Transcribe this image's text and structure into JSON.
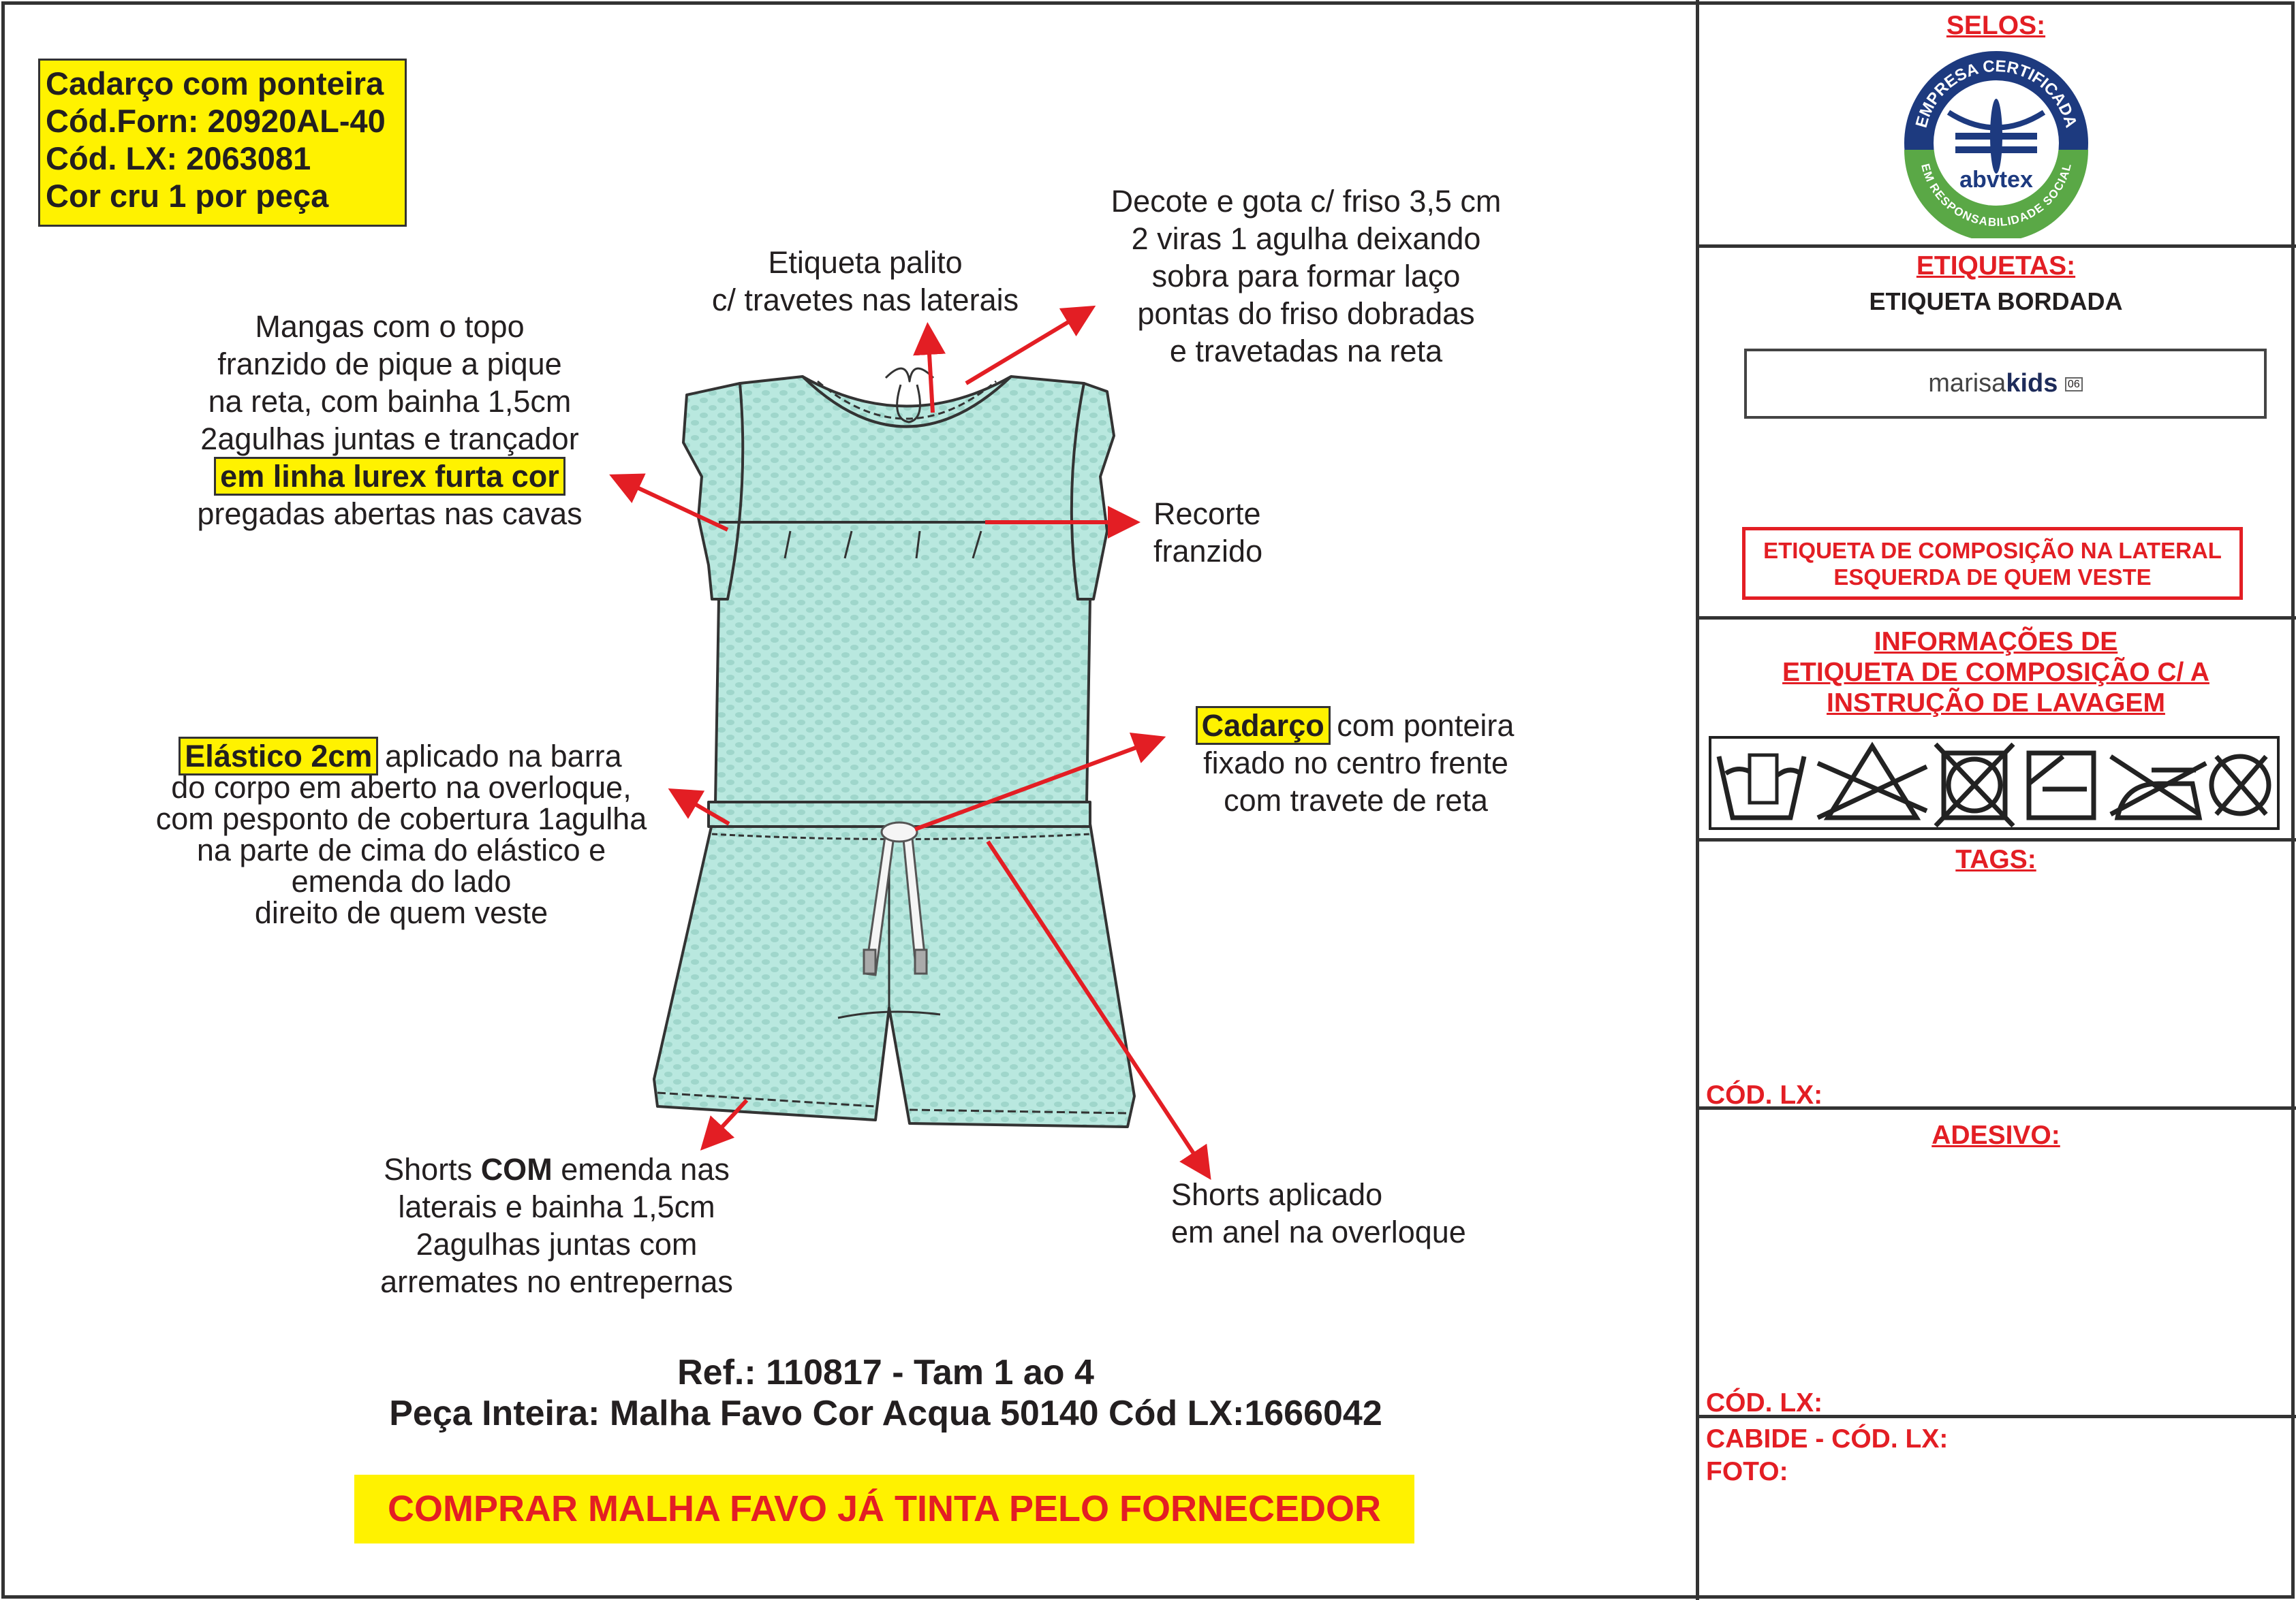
{
  "top_box": {
    "lines": [
      "Cadarço com ponteira",
      "Cód.Forn: 20920AL-40",
      "Cód. LX: 2063081",
      "Cor cru 1 por peça"
    ]
  },
  "notes": {
    "etiqueta_palito": [
      "Etiqueta palito",
      "c/ travetes nas laterais"
    ],
    "decote": [
      "Decote e gota c/ friso 3,5 cm",
      "2 viras 1 agulha deixando",
      "sobra para formar laço",
      "pontas do friso dobradas",
      "e travetadas na reta"
    ],
    "mangas": [
      "Mangas com o topo",
      "franzido de pique a pique",
      "na reta, com bainha 1,5cm",
      "2agulhas juntas e trançador",
      "em linha lurex furta cor",
      "pregadas abertas nas cavas"
    ],
    "recorte": [
      "Recorte",
      "franzido"
    ],
    "elastico": {
      "highlight": "Elástico 2cm",
      "rest": " aplicado na barra",
      "lines": [
        "do corpo em aberto na overloque,",
        "com pesponto de cobertura 1agulha",
        "na parte de cima do elástico e",
        "emenda do lado",
        "direito de quem veste"
      ]
    },
    "cadarco": {
      "highlight": "Cadarço",
      "rest": " com ponteira",
      "lines": [
        "fixado no centro frente",
        "com travete de reta"
      ]
    },
    "shorts_com": {
      "pre": "Shorts ",
      "bold": "COM",
      "post": " emenda nas",
      "lines": [
        "laterais e bainha 1,5cm",
        "2agulhas juntas com",
        "arremates no entrepernas"
      ]
    },
    "shorts_aplicado": [
      "Shorts aplicado",
      "em anel na overloque"
    ]
  },
  "ref": {
    "line1": "Ref.: 110817 - Tam 1 ao 4",
    "line2": "Peça Inteira: Malha Favo Cor Acqua 50140  Cód LX:1666042"
  },
  "banner": "COMPRAR MALHA FAVO JÁ TINTA PELO FORNECEDOR",
  "panel": {
    "selos": "SELOS:",
    "seal": {
      "top": "EMPRESA CERTIFICADA",
      "brand": "abvtex",
      "bottom": "EM RESPONSABILIDADE SOCIAL"
    },
    "etiquetas": "ETIQUETAS:",
    "etiqueta_bordada": "ETIQUETA BORDADA",
    "label_brand_a": "marisa",
    "label_brand_b": "kids",
    "label_size": "06",
    "composicao_box": [
      "ETIQUETA DE COMPOSIÇÃO NA LATERAL",
      "ESQUERDA DE QUEM VESTE"
    ],
    "informacoes": [
      "INFORMAÇÕES DE",
      "ETIQUETA DE COMPOSIÇÃO C/ A",
      "INSTRUÇÃO DE LAVAGEM"
    ],
    "care_icons": [
      "hand-wash-icon",
      "no-bleach-icon",
      "no-tumble-dry-icon",
      "line-dry-icon",
      "no-iron-icon",
      "no-dry-clean-icon"
    ],
    "tags": "TAGS:",
    "cod_lx_1": "CÓD. LX:",
    "adesivo": "ADESIVO:",
    "cod_lx_2": "CÓD. LX:",
    "cabide": "CABIDE - CÓD. LX:",
    "foto": "FOTO:"
  },
  "colors": {
    "accent_red": "#e31e24",
    "highlight": "#fff200",
    "fabric": "#a8e0d6"
  }
}
